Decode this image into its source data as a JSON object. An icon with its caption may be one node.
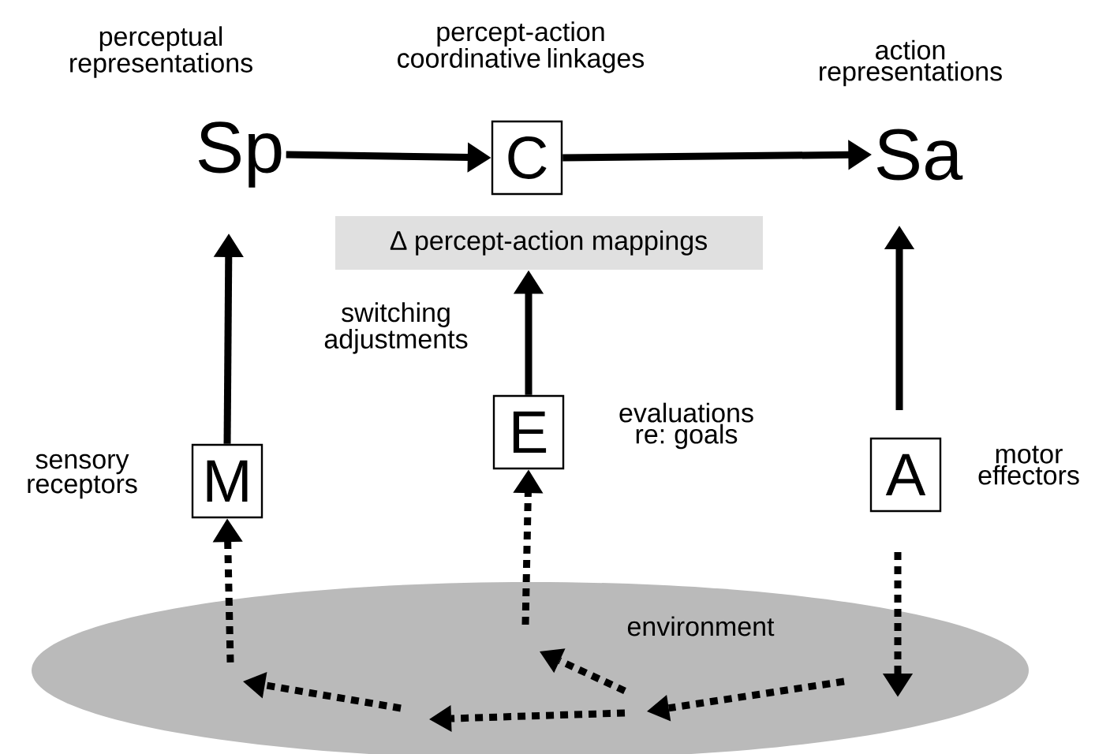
{
  "diagram": {
    "nodes": [
      {
        "text": [
          "Sp"
        ],
        "beside": [
          "perceptual representations"
        ]
      },
      {
        "text": [
          "C"
        ],
        "beside": [
          "percept-action coordinative linkages"
        ]
      },
      {
        "text": [
          "Sa"
        ],
        "beside": [
          "action representations"
        ]
      },
      {
        "text": [
          "∆ percept-action  mappings"
        ]
      },
      {
        "text": [
          "M"
        ],
        "beside": [
          "sensory receptors"
        ]
      },
      {
        "text": [
          "E"
        ],
        "beside": [
          "evaluations re: goals"
        ]
      },
      {
        "text": [
          "A"
        ],
        "beside": [
          "motor effectors"
        ]
      },
      {
        "text": [
          "environment"
        ]
      }
    ],
    "edges": [
      {
        "from": 0,
        "to": 1,
        "arrow": "to"
      },
      {
        "from": 1,
        "to": 2,
        "arrow": "to"
      },
      {
        "from": 4,
        "to": 0,
        "arrow": "to"
      },
      {
        "from": 6,
        "to": 2,
        "arrow": "to"
      },
      {
        "from": 5,
        "to": 3,
        "arrow": "to",
        "label": "switching adjustments"
      },
      {
        "from": 6,
        "to": 7,
        "arrow": "to",
        "style": "dashed"
      },
      {
        "from": 7,
        "to": 4,
        "arrow": "to",
        "style": "dashed"
      },
      {
        "from": 7,
        "to": 5,
        "arrow": "to",
        "style": "dashed"
      }
    ]
  }
}
